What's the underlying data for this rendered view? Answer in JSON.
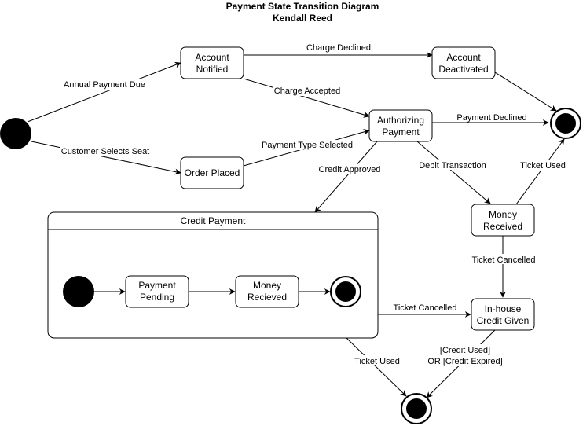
{
  "title": "Payment State Transition Diagram",
  "author": "Kendall Reed",
  "states": {
    "account_notified": [
      "Account",
      "Notified"
    ],
    "account_deactivated": [
      "Account",
      "Deactivated"
    ],
    "authorizing_payment": [
      "Authorizing",
      "Payment"
    ],
    "order_placed": [
      "Order Placed"
    ],
    "money_received": [
      "Money",
      "Received"
    ],
    "inhouse_credit": [
      "In-house",
      "Credit Given"
    ],
    "payment_pending": [
      "Payment",
      "Pending"
    ],
    "money_recieved_sub": [
      "Money",
      "Recieved"
    ]
  },
  "composite": {
    "title": "Credit Payment"
  },
  "transitions": {
    "annual_payment_due": "Annual Payment Due",
    "customer_selects_seat": "Customer Selects Seat",
    "charge_declined": "Charge Declined",
    "charge_accepted": "Charge Accepted",
    "payment_type_selected": "Payment Type Selected",
    "payment_declined": "Payment Declined",
    "credit_approved": "Credit Approved",
    "debit_transaction": "Debit Transaction",
    "ticket_used_money": "Ticket Used",
    "ticket_cancelled_money": "Ticket Cancelled",
    "ticket_cancelled_credit": "Ticket Cancelled",
    "ticket_used_credit": "Ticket Used",
    "credit_used": [
      "[Credit Used]",
      "OR [Credit Expired]"
    ]
  }
}
